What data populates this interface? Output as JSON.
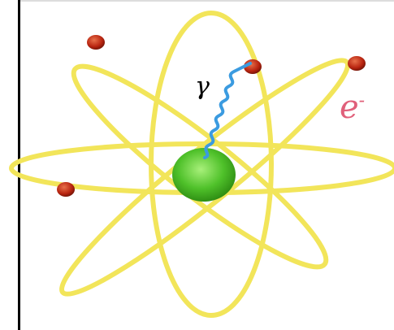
{
  "diagram": {
    "gamma_label": "γ",
    "electron_label": "e",
    "electron_charge": "-",
    "colors": {
      "orbit": "#f2e55a",
      "orbit_inner": "#ffffff",
      "nucleus": "#4fc12a",
      "nucleus_highlight": "#a8f07a",
      "electron": "#b82410",
      "electron_highlight": "#e8704a",
      "photon": "#3b9be0",
      "electron_label": "#e0607a"
    },
    "elements": [
      "nucleus",
      "orbit",
      "orbit",
      "orbit",
      "orbit",
      "electron",
      "electron",
      "electron",
      "electron",
      "photon"
    ]
  }
}
